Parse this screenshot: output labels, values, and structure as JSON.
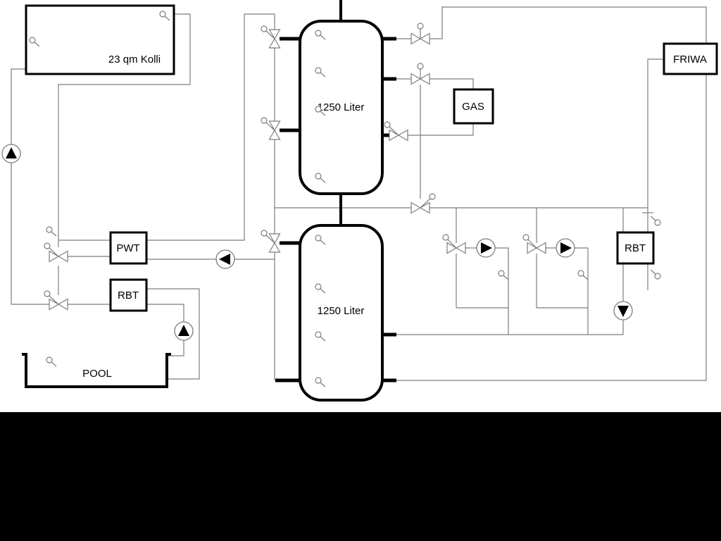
{
  "diagram": {
    "labels": {
      "collector": "23 qm Kolli",
      "tank_top": "1250 Liter",
      "tank_bottom": "1250 Liter",
      "gas": "GAS",
      "friwa": "FRIWA",
      "pwt": "PWT",
      "rbt_left": "RBT",
      "rbt_right": "RBT",
      "pool": "POOL"
    },
    "colors": {
      "line_thin": "#7d7d7d",
      "line_thick": "#000000",
      "background": "#ffffff",
      "band_background": "#000000",
      "pump_fill": "#000000",
      "text": "#000000"
    }
  }
}
